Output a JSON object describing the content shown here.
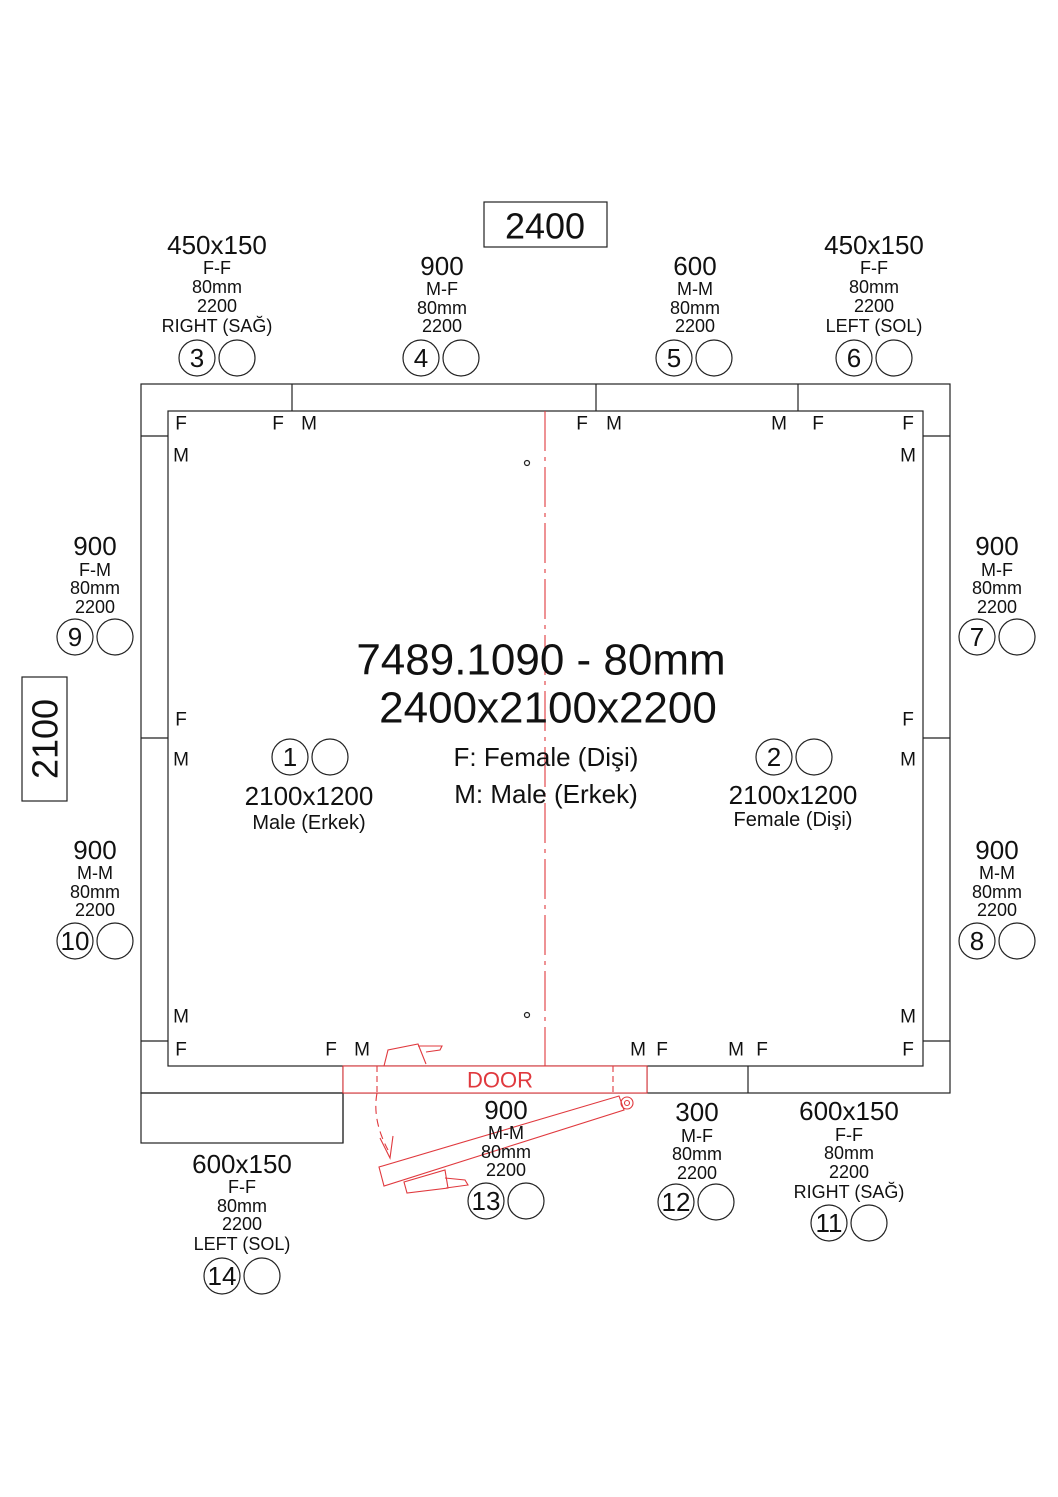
{
  "drawing": {
    "width_label": "2400",
    "depth_label": "2100",
    "title_line1": "7489.1090 - 80mm",
    "title_line2": "2400x2100x2200",
    "legend_female": "F: Female (Dişi)",
    "legend_male": "M: Male (Erkek)",
    "door_label": "DOOR",
    "accent_color": "#e0393e"
  },
  "panels": [
    {
      "number": "1",
      "size": "2100x1200",
      "type": "Male (Erkek)"
    },
    {
      "number": "2",
      "size": "2100x1200",
      "type": "Female (Dişi)"
    },
    {
      "number": "3",
      "size": "450x150",
      "lines": [
        "F-F",
        "80mm",
        "2200",
        "RIGHT (SAĞ)"
      ]
    },
    {
      "number": "4",
      "size": "900",
      "lines": [
        "M-F",
        "80mm",
        "2200"
      ]
    },
    {
      "number": "5",
      "size": "600",
      "lines": [
        "M-M",
        "80mm",
        "2200"
      ]
    },
    {
      "number": "6",
      "size": "450x150",
      "lines": [
        "F-F",
        "80mm",
        "2200",
        "LEFT (SOL)"
      ]
    },
    {
      "number": "7",
      "size": "900",
      "lines": [
        "M-F",
        "80mm",
        "2200"
      ]
    },
    {
      "number": "8",
      "size": "900",
      "lines": [
        "M-M",
        "80mm",
        "2200"
      ]
    },
    {
      "number": "9",
      "size": "900",
      "lines": [
        "F-M",
        "80mm",
        "2200"
      ]
    },
    {
      "number": "10",
      "size": "900",
      "lines": [
        "M-M",
        "80mm",
        "2200"
      ]
    },
    {
      "number": "11",
      "size": "600x150",
      "lines": [
        "F-F",
        "80mm",
        "2200",
        "RIGHT (SAĞ)"
      ]
    },
    {
      "number": "12",
      "size": "300",
      "lines": [
        "M-F",
        "80mm",
        "2200"
      ]
    },
    {
      "number": "13",
      "size": "900",
      "lines": [
        "M-M",
        "80mm",
        "2200"
      ]
    },
    {
      "number": "14",
      "size": "600x150",
      "lines": [
        "F-F",
        "80mm",
        "2200",
        "LEFT (SOL)"
      ]
    }
  ],
  "joint_markers": [
    "F",
    "F",
    "M",
    "F",
    "M",
    "M",
    "F",
    "F",
    "M",
    "M",
    "F",
    "M",
    "F",
    "M",
    "M",
    "F",
    "M",
    "F",
    "F",
    "M",
    "M",
    "F",
    "M",
    "F"
  ]
}
